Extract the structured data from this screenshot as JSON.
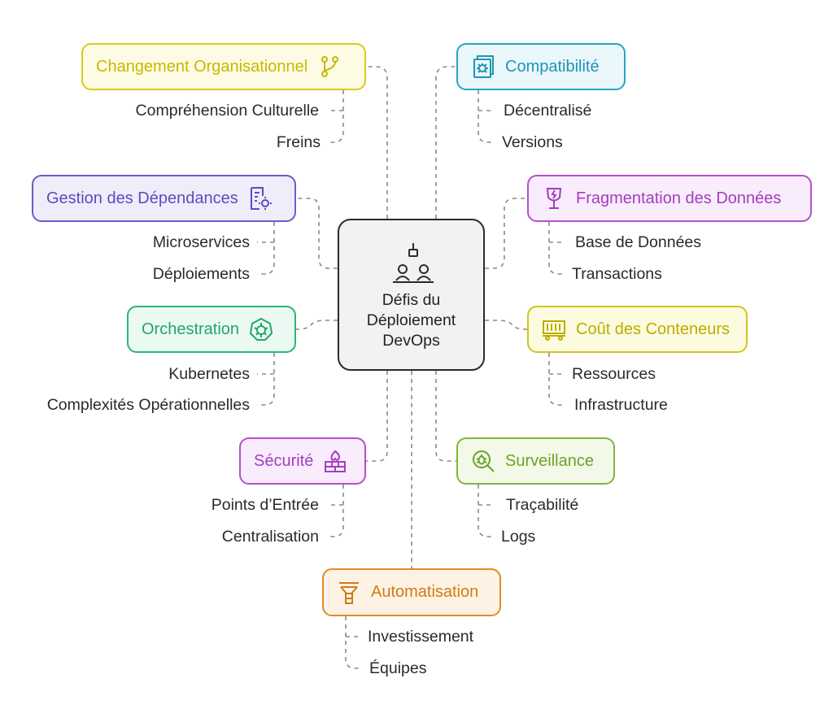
{
  "center": {
    "lines": [
      "Défis du",
      "Déploiement",
      "DevOps"
    ],
    "icon": "team-meeting-icon"
  },
  "branches": {
    "changement": {
      "title": "Changement Organisationnel",
      "icon": "git-branch-icon",
      "items": [
        "Compréhension Culturelle",
        "Freins"
      ],
      "color": "#d9cc1a"
    },
    "compatibilite": {
      "title": "Compatibilité",
      "icon": "bug-document-icon",
      "items": [
        "Décentralisé",
        "Versions"
      ],
      "color": "#2aa3c2"
    },
    "gestion": {
      "title": "Gestion des Dépendances",
      "icon": "config-document-icon",
      "items": [
        "Microservices",
        "Déploiements"
      ],
      "color": "#6c5bc9"
    },
    "fragmentation": {
      "title": "Fragmentation des Données",
      "icon": "broken-glass-icon",
      "items": [
        "Base de Données",
        "Transactions"
      ],
      "color": "#b44fcc"
    },
    "orchestration": {
      "title": "Orchestration",
      "icon": "kubernetes-helm-icon",
      "items": [
        "Kubernetes",
        "Complexités Opérationnelles"
      ],
      "color": "#2fb378"
    },
    "cout": {
      "title": "Coût des Conteneurs",
      "icon": "container-icon",
      "items": [
        "Ressources",
        "Infrastructure"
      ],
      "color": "#d2c619"
    },
    "securite": {
      "title": "Sécurité",
      "icon": "firewall-icon",
      "items": [
        "Points d’Entrée",
        "Centralisation"
      ],
      "color": "#b44fcc"
    },
    "surveillance": {
      "title": "Surveillance",
      "icon": "bug-search-icon",
      "items": [
        "Traçabilité",
        "Logs"
      ],
      "color": "#83b53a"
    },
    "automatisation": {
      "title": "Automatisation",
      "icon": "funnel-icon",
      "items": [
        "Investissement",
        "Équipes"
      ],
      "color": "#e08a2a"
    }
  }
}
